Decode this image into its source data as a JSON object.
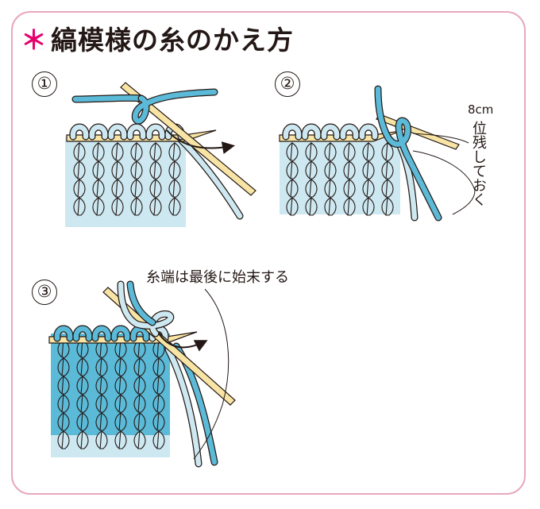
{
  "title": "縞模様の糸のかえ方",
  "title_mark": "＊",
  "steps": [
    "①",
    "②",
    "③"
  ],
  "annotations": {
    "leave_length": "8cm",
    "leave_text": "位残しておく",
    "finish_note": "糸端は最後に始末する"
  },
  "colors": {
    "frame": "#e7a9bd",
    "accent": "#e5006e",
    "yarn_light": "#cde8f1",
    "yarn_blue": "#5bbad8",
    "needle": "#f8e5a5",
    "outline": "#231815"
  }
}
